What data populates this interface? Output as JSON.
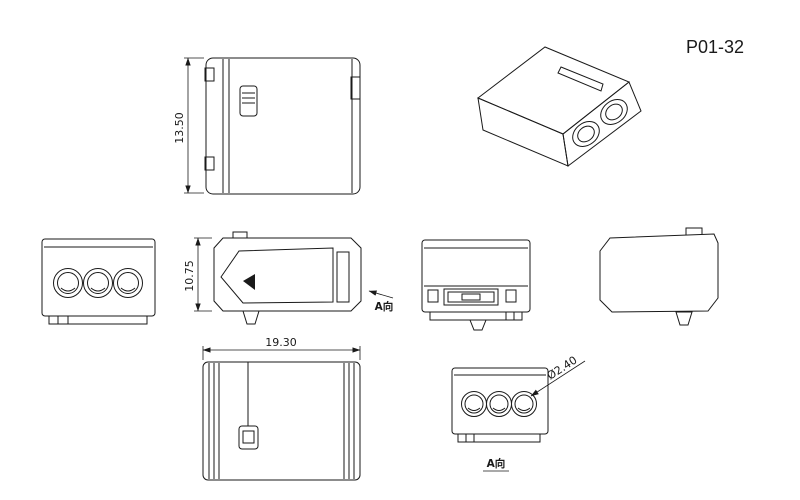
{
  "title": "P01-32",
  "drawing": {
    "dim_front_height": "13.50",
    "dim_side_height": "10.75",
    "dim_plan_width": "19.30",
    "dim_hole_diameter": "Ø2.40",
    "view_a_pointer_label": "A向",
    "view_a_caption": "A向"
  },
  "colors": {
    "line": "#1a1a1a",
    "background": "#ffffff"
  }
}
